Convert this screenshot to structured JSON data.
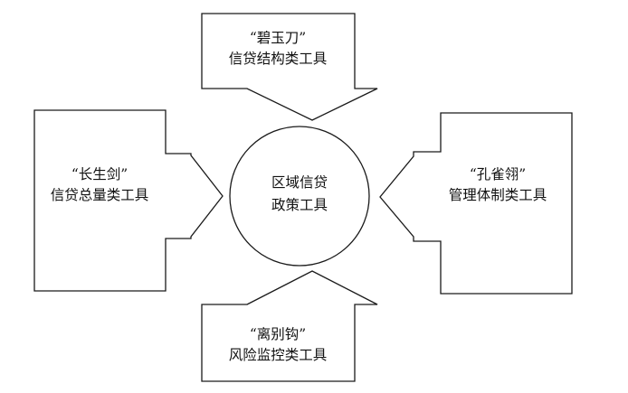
{
  "center": {
    "line1": "区域信贷",
    "line2": "政策工具"
  },
  "top_box": {
    "line1": "“碧玉刀”",
    "line2": "信贷结构类工具"
  },
  "left_box": {
    "line1": "“长生剑”",
    "line2": "信贷总量类工具"
  },
  "right_box": {
    "line1": "“孔雀翎”",
    "line2": "管理体制类工具"
  },
  "bottom_box": {
    "line1": "“离别钩”",
    "line2": "风险监控类工具"
  }
}
